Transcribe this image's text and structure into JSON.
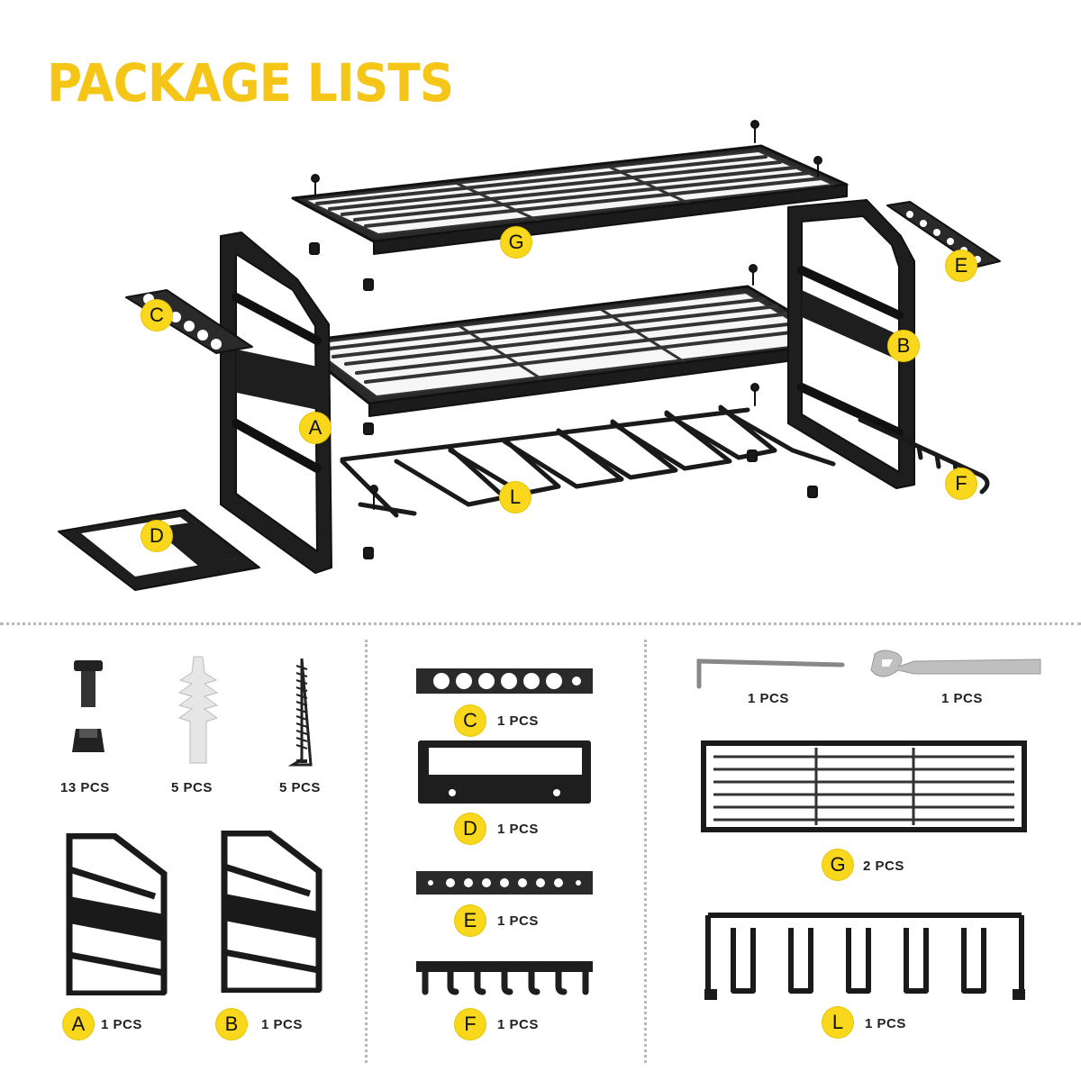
{
  "title": "PACKAGE LISTS",
  "colors": {
    "accent": "#f5c518",
    "badge": "#f9d71c",
    "metal": "#1a1a1a",
    "divider": "#b8b8b8"
  },
  "hero_labels": {
    "A": "A",
    "B": "B",
    "C": "C",
    "D": "D",
    "E": "E",
    "F": "F",
    "G": "G",
    "L": "L"
  },
  "hardware": [
    {
      "name": "bolt-and-cap",
      "qty": "13 PCS"
    },
    {
      "name": "wall-anchor",
      "qty": "5 PCS"
    },
    {
      "name": "screw",
      "qty": "5 PCS"
    }
  ],
  "frames": [
    {
      "label": "A",
      "qty": "1 PCS"
    },
    {
      "label": "B",
      "qty": "1 PCS"
    }
  ],
  "plates": [
    {
      "label": "C",
      "qty": "1 PCS"
    },
    {
      "label": "D",
      "qty": "1 PCS"
    },
    {
      "label": "E",
      "qty": "1 PCS"
    },
    {
      "label": "F",
      "qty": "1 PCS"
    }
  ],
  "tools": [
    {
      "name": "hex-key",
      "qty": "1 PCS"
    },
    {
      "name": "wrench",
      "qty": "1 PCS"
    }
  ],
  "large_parts": [
    {
      "label": "G",
      "qty": "2 PCS"
    },
    {
      "label": "L",
      "qty": "1 PCS"
    }
  ]
}
